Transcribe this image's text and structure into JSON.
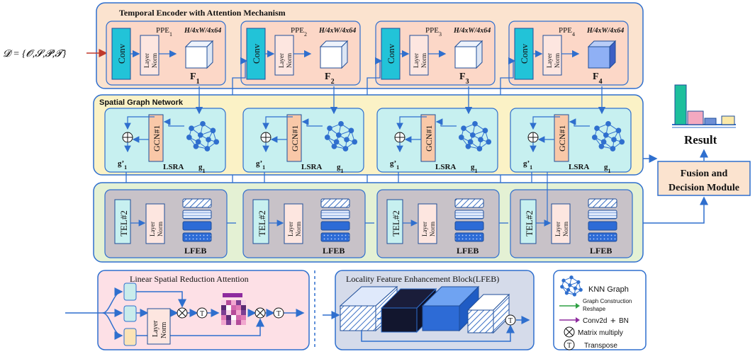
{
  "input_label": "𝓓 = {𝓞,𝓢,𝓟,𝓣}",
  "temporal": {
    "title": "Temporal Encoder with Attention Mechanism",
    "stages": [
      {
        "ppe": "PPE",
        "sub": "1",
        "size": "H/4xW/4x64",
        "feat": "F",
        "fsub": "1"
      },
      {
        "ppe": "PPE",
        "sub": "2",
        "size": "H/4xW/4x64",
        "feat": "F",
        "fsub": "2"
      },
      {
        "ppe": "PPE",
        "sub": "3",
        "size": "H/4xW/4x64",
        "feat": "F",
        "fsub": "3"
      },
      {
        "ppe": "PPE",
        "sub": "4",
        "size": "H/4xW/4x64",
        "feat": "F",
        "fsub": "4"
      }
    ],
    "conv": "Conv",
    "ln1": "Layer",
    "ln2": "Norm"
  },
  "spatial": {
    "title": "Spatial Graph Network",
    "gcn": "GCN#1",
    "lsra": "LSRA",
    "gp": "g’",
    "gpsub": "1",
    "g": "g",
    "gsub": "1"
  },
  "lfeb_row": {
    "tel": "TEL#2",
    "label": "LFEB"
  },
  "fusion": {
    "line1": "Fusion and",
    "line2": "Decision Module"
  },
  "result": {
    "label": "Result"
  },
  "lsra_detail": {
    "title": "Linear Spatial Reduction Attention",
    "t": "T"
  },
  "lfeb_detail": {
    "title": "Locality Feature Enhancement Block(LFEB)",
    "t": "T"
  },
  "legend": {
    "knn": "KNN Graph",
    "graph": "Graph Construction",
    "reshape": "Reshape",
    "conv": "Conv2d",
    "bn": "BN",
    "matmul": "Matrix multiply",
    "transpose": "Transpose",
    "t": "T"
  }
}
